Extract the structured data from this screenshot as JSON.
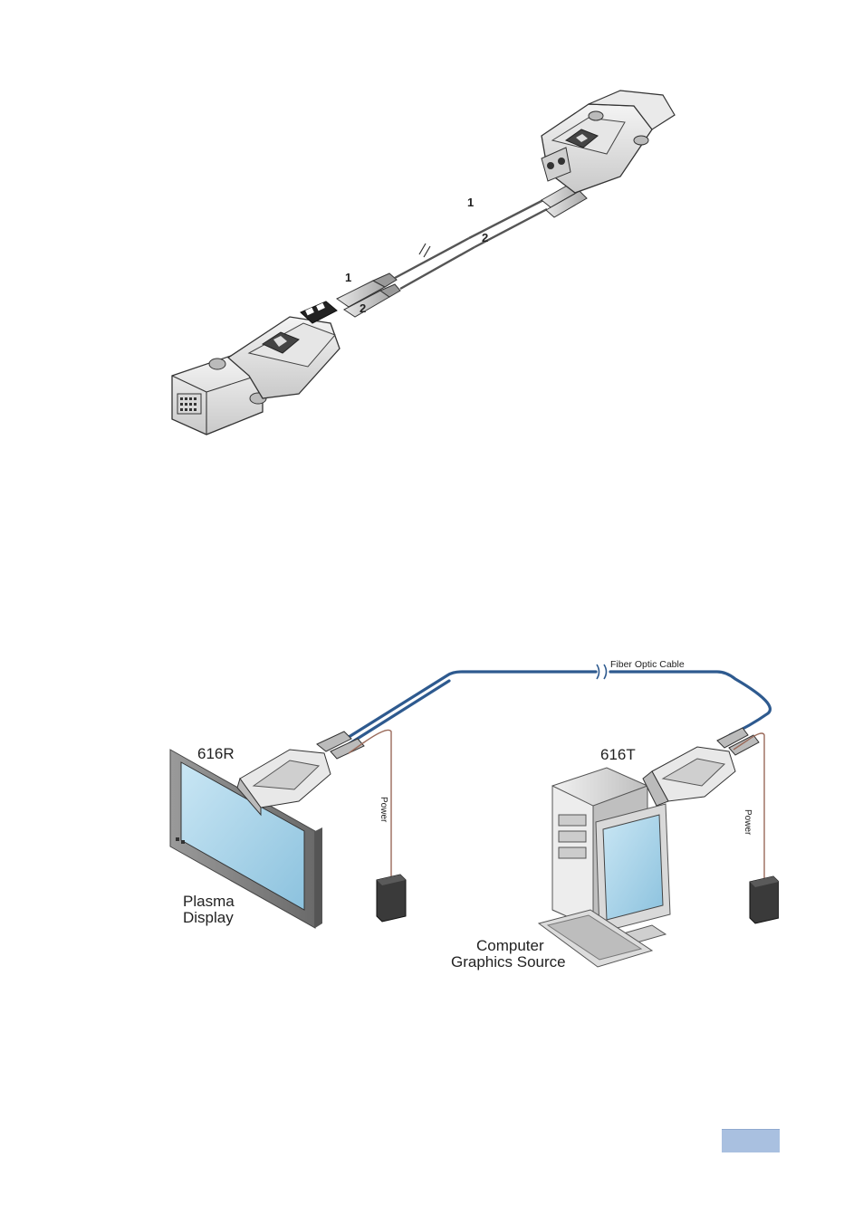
{
  "figure_top": {
    "fiber_label_1_left": "1",
    "fiber_label_2_left": "2",
    "fiber_label_1_right": "1",
    "fiber_label_2_right": "2"
  },
  "figure_bottom": {
    "cable_label": "Fiber Optic Cable",
    "receiver_label": "616R",
    "transmitter_label": "616T",
    "power_label_left": "Power",
    "power_label_right": "Power",
    "display_label_line1": "Plasma",
    "display_label_line2": "Display",
    "source_label_line1": "Computer",
    "source_label_line2": "Graphics Source"
  },
  "colors": {
    "fiber_cable": "#2e5a8f",
    "power_cable": "#9a6a5a",
    "screen": "#9fd0e8",
    "page_tab": "#a9c0e0"
  }
}
